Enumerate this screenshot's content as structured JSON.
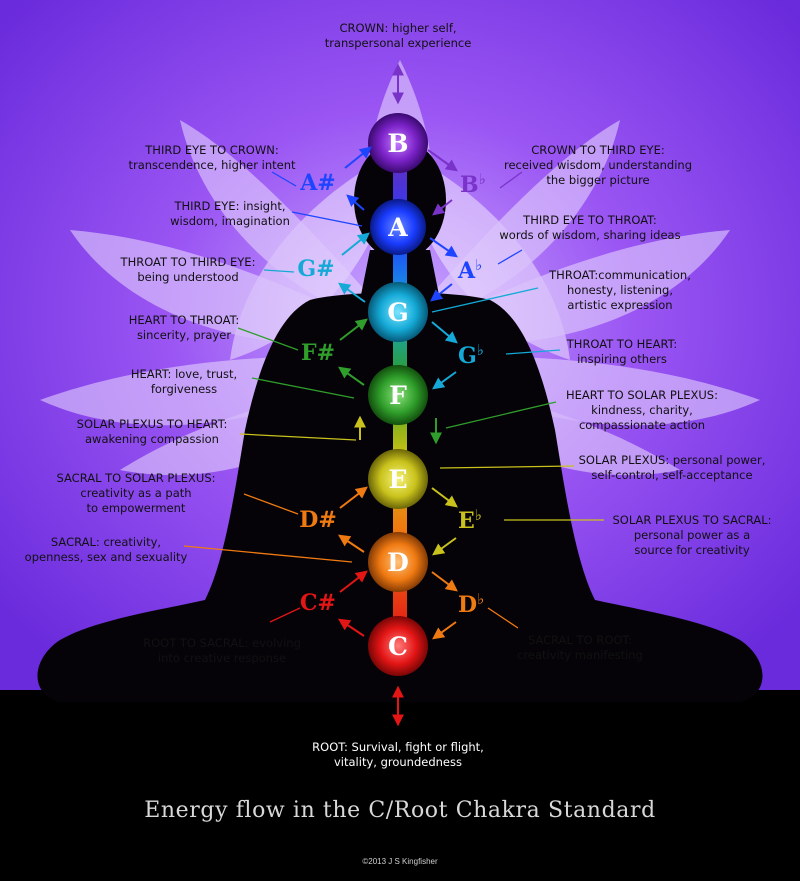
{
  "notes": {
    "chakras": [
      "B",
      "A",
      "G",
      "F",
      "E",
      "D",
      "C"
    ],
    "up": [
      "A#",
      "G#",
      "F#",
      "D#",
      "C#"
    ],
    "down_letters": [
      "B",
      "A",
      "G",
      "E",
      "D"
    ],
    "flat_symbol": "♭",
    "sharp_symbol": "#"
  },
  "colors": {
    "crown": "#7a33c8",
    "third_eye": "#1d45ff",
    "throat": "#14a9d6",
    "heart": "#2f9e2a",
    "solar_plexus": "#c9c21c",
    "sacral": "#f07a12",
    "root": "#e31515",
    "background": "#9b53f2",
    "ground": "#000000"
  },
  "labels": {
    "crown": {
      "title": "CROWN:",
      "desc1": "higher self,",
      "desc2": "transpersonal experience"
    },
    "third_eye_to_crown": {
      "title": "THIRD EYE TO CROWN:",
      "desc": "transcendence, higher intent"
    },
    "crown_to_third_eye": {
      "title": "CROWN TO THIRD EYE:",
      "desc1": "received wisdom, understanding",
      "desc2": "the bigger picture"
    },
    "third_eye": {
      "title": "THIRD EYE:",
      "desc1": "insight,",
      "desc2": "wisdom, imagination"
    },
    "third_eye_to_throat": {
      "title": "THIRD EYE TO THROAT:",
      "desc": "words of wisdom, sharing ideas"
    },
    "throat_to_third_eye": {
      "title": "THROAT TO THIRD EYE:",
      "desc": "being understood"
    },
    "throat": {
      "title": "THROAT:",
      "desc1": "communication,",
      "desc2": "honesty, listening,",
      "desc3": "artistic expression"
    },
    "heart_to_throat": {
      "title": "HEART TO THROAT:",
      "desc": "sincerity, prayer"
    },
    "throat_to_heart": {
      "title": "THROAT TO HEART:",
      "desc": "inspiring others"
    },
    "heart": {
      "title": "HEART:",
      "desc1": "love, trust,",
      "desc2": "forgiveness"
    },
    "heart_to_solar_plexus": {
      "title": "HEART TO SOLAR PLEXUS:",
      "desc1": "kindness, charity,",
      "desc2": "compassionate action"
    },
    "solar_plexus_to_heart": {
      "title": "SOLAR PLEXUS TO HEART:",
      "desc": "awakening compassion"
    },
    "solar_plexus": {
      "title": "SOLAR PLEXUS:",
      "desc1": "personal power,",
      "desc2": "self-control, self-acceptance"
    },
    "sacral_to_solar_plexus": {
      "title": "SACRAL TO SOLAR PLEXUS:",
      "desc1": "creativity as a path",
      "desc2": "to empowerment"
    },
    "solar_plexus_to_sacral": {
      "title": "SOLAR PLEXUS TO SACRAL:",
      "desc1": "personal power as a",
      "desc2": "source for creativity"
    },
    "sacral": {
      "title": "SACRAL:",
      "desc1": "creativity,",
      "desc2": "openness, sex and sexuality"
    },
    "root_to_sacral": {
      "title": "ROOT TO SACRAL:",
      "desc1": "evolving",
      "desc2": "into creative response"
    },
    "sacral_to_root": {
      "title": "SACRAL TO ROOT:",
      "desc": "creativity manifesting"
    },
    "root": {
      "title": "ROOT:",
      "desc1": "Survival, fight or flight,",
      "desc2": "vitality, groundedness"
    }
  },
  "footer": {
    "title": "Energy flow in the C/Root Chakra Standard",
    "copyright": "©2013 J S Kingfisher"
  }
}
